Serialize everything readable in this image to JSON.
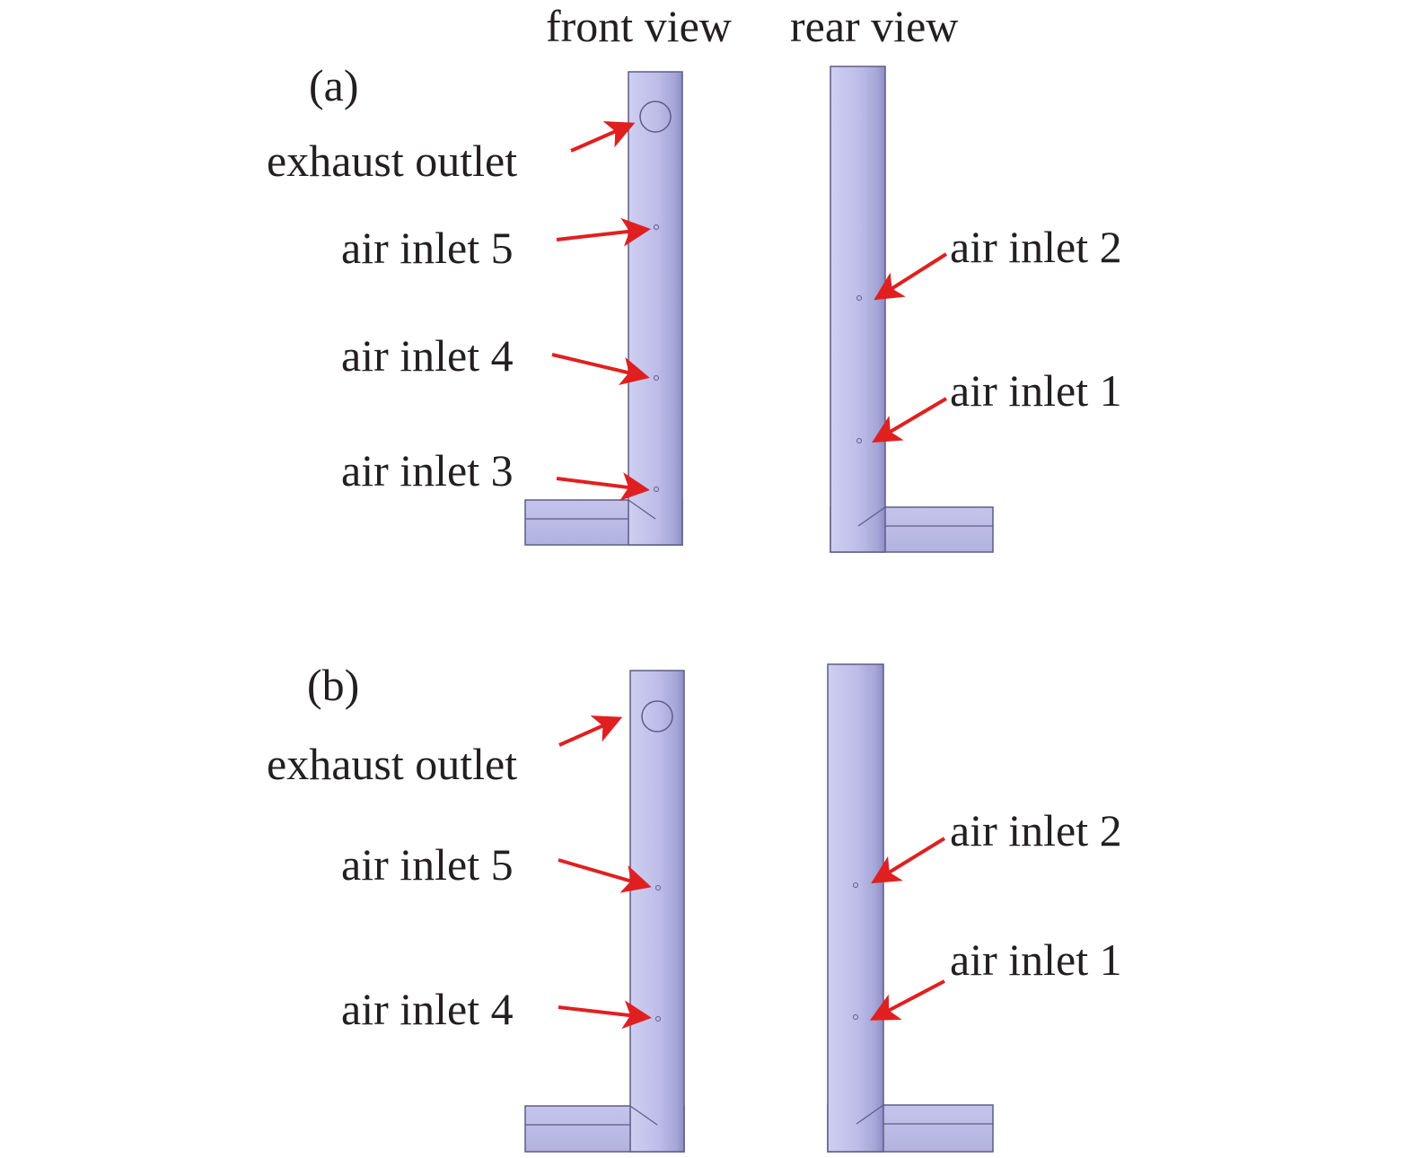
{
  "colors": {
    "pipe_light": "#c8c8ee",
    "pipe_mid": "#b6b6e4",
    "pipe_dark": "#9292c8",
    "outline": "#5c5c86",
    "arrow": "#e02020",
    "text": "#231f20",
    "background": "#ffffff"
  },
  "headers": {
    "front": "front view",
    "rear": "rear view"
  },
  "panels": [
    {
      "tag": "(a)",
      "front_labels": [
        "exhaust outlet",
        "air inlet 5",
        "air inlet 4",
        "air inlet 3"
      ],
      "rear_labels": [
        "air inlet 2",
        "air inlet 1"
      ]
    },
    {
      "tag": "(b)",
      "front_labels": [
        "exhaust outlet",
        "air inlet 5",
        "air inlet 4"
      ],
      "rear_labels": [
        "air inlet 2",
        "air inlet 1"
      ]
    }
  ]
}
